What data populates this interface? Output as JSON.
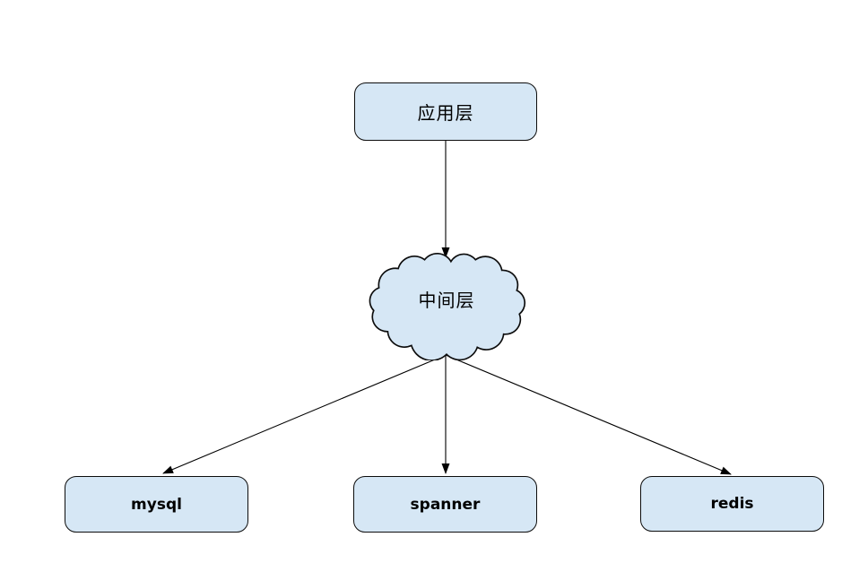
{
  "diagram": {
    "title": "layered-architecture-diagram",
    "colors": {
      "background": "#ffffff",
      "node_fill": "#d6e7f5",
      "node_border": "#0c0c0c",
      "edge": "#000000",
      "text": "#000000"
    },
    "nodes": {
      "app": {
        "label": "应用层",
        "shape": "rounded-rectangle"
      },
      "middle": {
        "label": "中间层",
        "shape": "cloud"
      },
      "mysql": {
        "label": "mysql",
        "shape": "rounded-rectangle"
      },
      "spanner": {
        "label": "spanner",
        "shape": "rounded-rectangle"
      },
      "redis": {
        "label": "redis",
        "shape": "rounded-rectangle"
      }
    },
    "edges": [
      {
        "from": "应用层",
        "to": "中间层",
        "style": "arrow"
      },
      {
        "from": "中间层",
        "to": "mysql",
        "style": "arrow"
      },
      {
        "from": "中间层",
        "to": "spanner",
        "style": "arrow"
      },
      {
        "from": "中间层",
        "to": "redis",
        "style": "arrow"
      }
    ]
  }
}
